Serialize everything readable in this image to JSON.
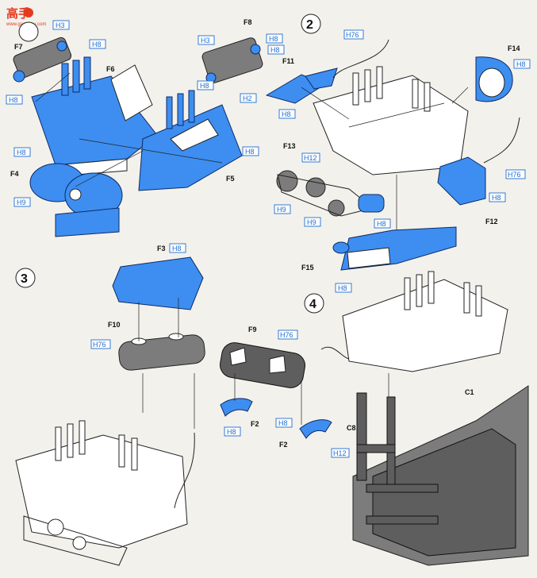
{
  "watermark": {
    "logo": "高手",
    "sub": "www.gaoshou.com"
  },
  "steps": [
    "2",
    "3",
    "4"
  ],
  "part_labels": {
    "f7": "F7",
    "f8": "F8",
    "f6": "F6",
    "f5": "F5",
    "f4": "F4",
    "f11": "F11",
    "f13": "F13",
    "f14": "F14",
    "f12": "F12",
    "f15": "F15",
    "f3": "F3",
    "f10": "F10",
    "f9": "F9",
    "f2a": "F2",
    "f2b": "F2",
    "c1": "C1",
    "c8": "C8"
  },
  "color_codes": {
    "h3a": "H3",
    "h8a": "H8",
    "h8b": "H8",
    "h3b": "H3",
    "h8c": "H8",
    "h8d": "H8",
    "h8e": "H8",
    "h2": "H2",
    "h8f": "H8",
    "h8g": "H8",
    "h9a": "H9",
    "h76a": "H76",
    "h8h": "H8",
    "h8i": "H8",
    "h12a": "H12",
    "h9b": "H9",
    "h9c": "H9",
    "h8j": "H8",
    "h76b": "H76",
    "h8k": "H8",
    "h8l": "H8",
    "h8m": "H8",
    "h76c": "H76",
    "h76d": "H76",
    "h8n": "H8",
    "h8o": "H8",
    "h12b": "H12"
  },
  "colors": {
    "part_fill": "#3d8ef0",
    "gray_part": "#7c7c7c",
    "color_code": "#1f6fd0",
    "paper": "#f3f1ec"
  }
}
